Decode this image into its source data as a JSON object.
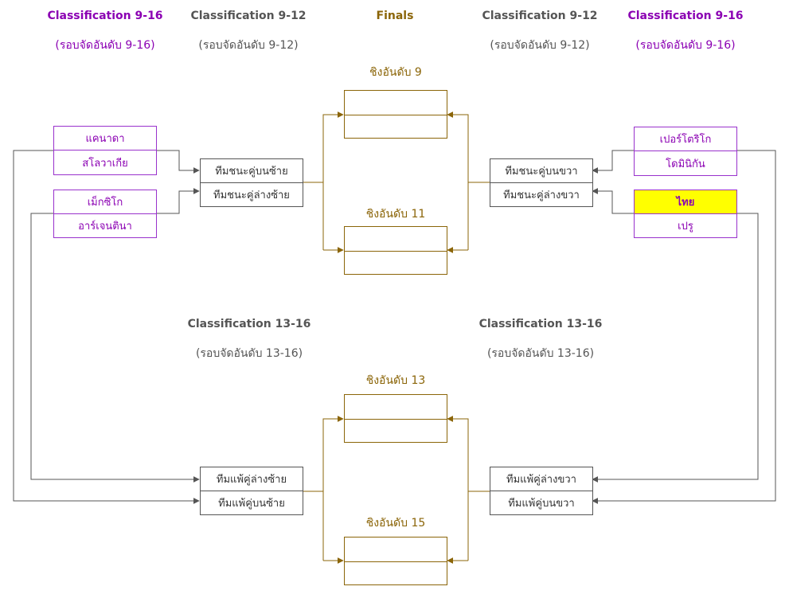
{
  "headers": {
    "left_outer": {
      "title": "Classification 9-16",
      "subtitle": "(รอบจัดอันดับ 9-16)"
    },
    "left_inner": {
      "title": "Classification 9-12",
      "subtitle": "(รอบจัดอันดับ 9-12)"
    },
    "center": {
      "title": "Finals"
    },
    "right_inner": {
      "title": "Classification 9-12",
      "subtitle": "(รอบจัดอันดับ 9-12)"
    },
    "right_outer": {
      "title": "Classification 9-16",
      "subtitle": "(รอบจัดอันดับ 9-16)"
    },
    "left_lower": {
      "title": "Classification 13-16",
      "subtitle": "(รอบจัดอันดับ 13-16)"
    },
    "right_lower": {
      "title": "Classification 13-16",
      "subtitle": "(รอบจัดอันดับ 13-16)"
    }
  },
  "teams_left": [
    {
      "top": "แคนาดา",
      "bottom": "สโลวาเกีย"
    },
    {
      "top": "เม็กซิโก",
      "bottom": "อาร์เจนตินา"
    }
  ],
  "teams_right": [
    {
      "top": "เปอร์โตริโก",
      "bottom": "โดมินิกัน"
    },
    {
      "top": "ไทย",
      "bottom": "เปรู",
      "highlighted_team": "ไทย"
    }
  ],
  "slots": {
    "left_upper": {
      "top": "ทีมชนะคู่บนซ้าย",
      "bottom": "ทีมชนะคู่ล่างซ้าย"
    },
    "right_upper": {
      "top": "ทีมชนะคู่บนขวา",
      "bottom": "ทีมชนะคู่ล่างขวา"
    },
    "left_lower": {
      "top": "ทีมแพ้คู่ล่างซ้าย",
      "bottom": "ทีมแพ้คู่บนซ้าย"
    },
    "right_lower": {
      "top": "ทีมแพ้คู่ล่างขวา",
      "bottom": "ทีมแพ้คู่บนขวา"
    }
  },
  "finals": [
    {
      "label": "ชิงอันดับ 9"
    },
    {
      "label": "ชิงอันดับ 11"
    },
    {
      "label": "ชิงอันดับ 13"
    },
    {
      "label": "ชิงอันดับ 15"
    }
  ],
  "colors": {
    "team_border": "#9932cc",
    "team_text": "#8b00b3",
    "highlight": "#ffff00",
    "slot_border": "#555555",
    "finals": "#8b6508",
    "connector": "#555555"
  }
}
